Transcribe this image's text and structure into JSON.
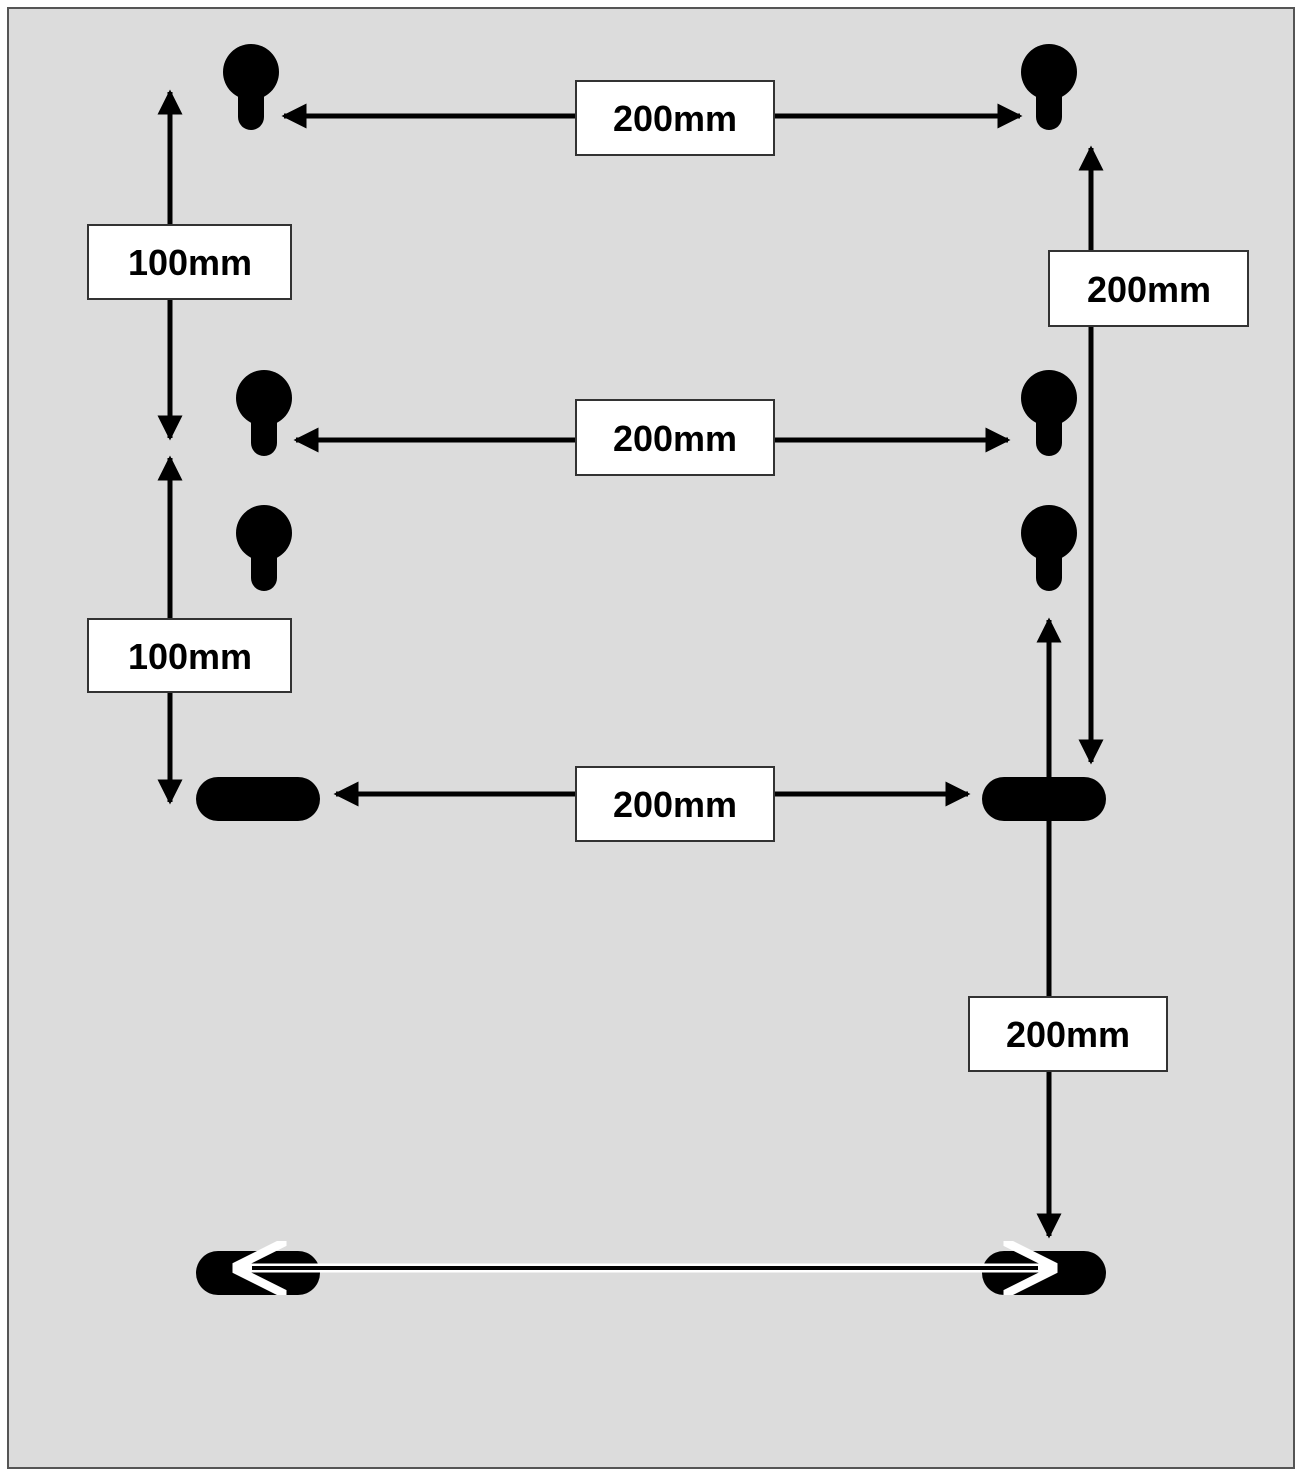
{
  "colors": {
    "panel": "#dcdcdc",
    "panel_border": "#555555",
    "ink": "#000000",
    "label_bg": "#ffffff",
    "label_border": "#333333"
  },
  "labels": {
    "top_horizontal": "200mm",
    "upper_vertical_left": "100mm",
    "right_vertical_upper": "200mm",
    "middle_horizontal": "200mm",
    "lower_vertical_left": "100mm",
    "slot_horizontal": "200mm",
    "right_vertical_lower": "200mm"
  },
  "icons": {
    "keyhole": "keyhole-slot-icon",
    "slot": "oblong-slot-icon"
  }
}
